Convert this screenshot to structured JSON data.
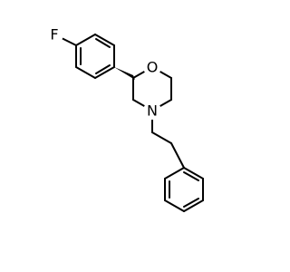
{
  "molecule": {
    "atoms": {
      "fluorine": "F",
      "oxygen": "O",
      "nitrogen": "N"
    },
    "colors": {
      "bond": "#000000",
      "background": "#ffffff"
    }
  }
}
